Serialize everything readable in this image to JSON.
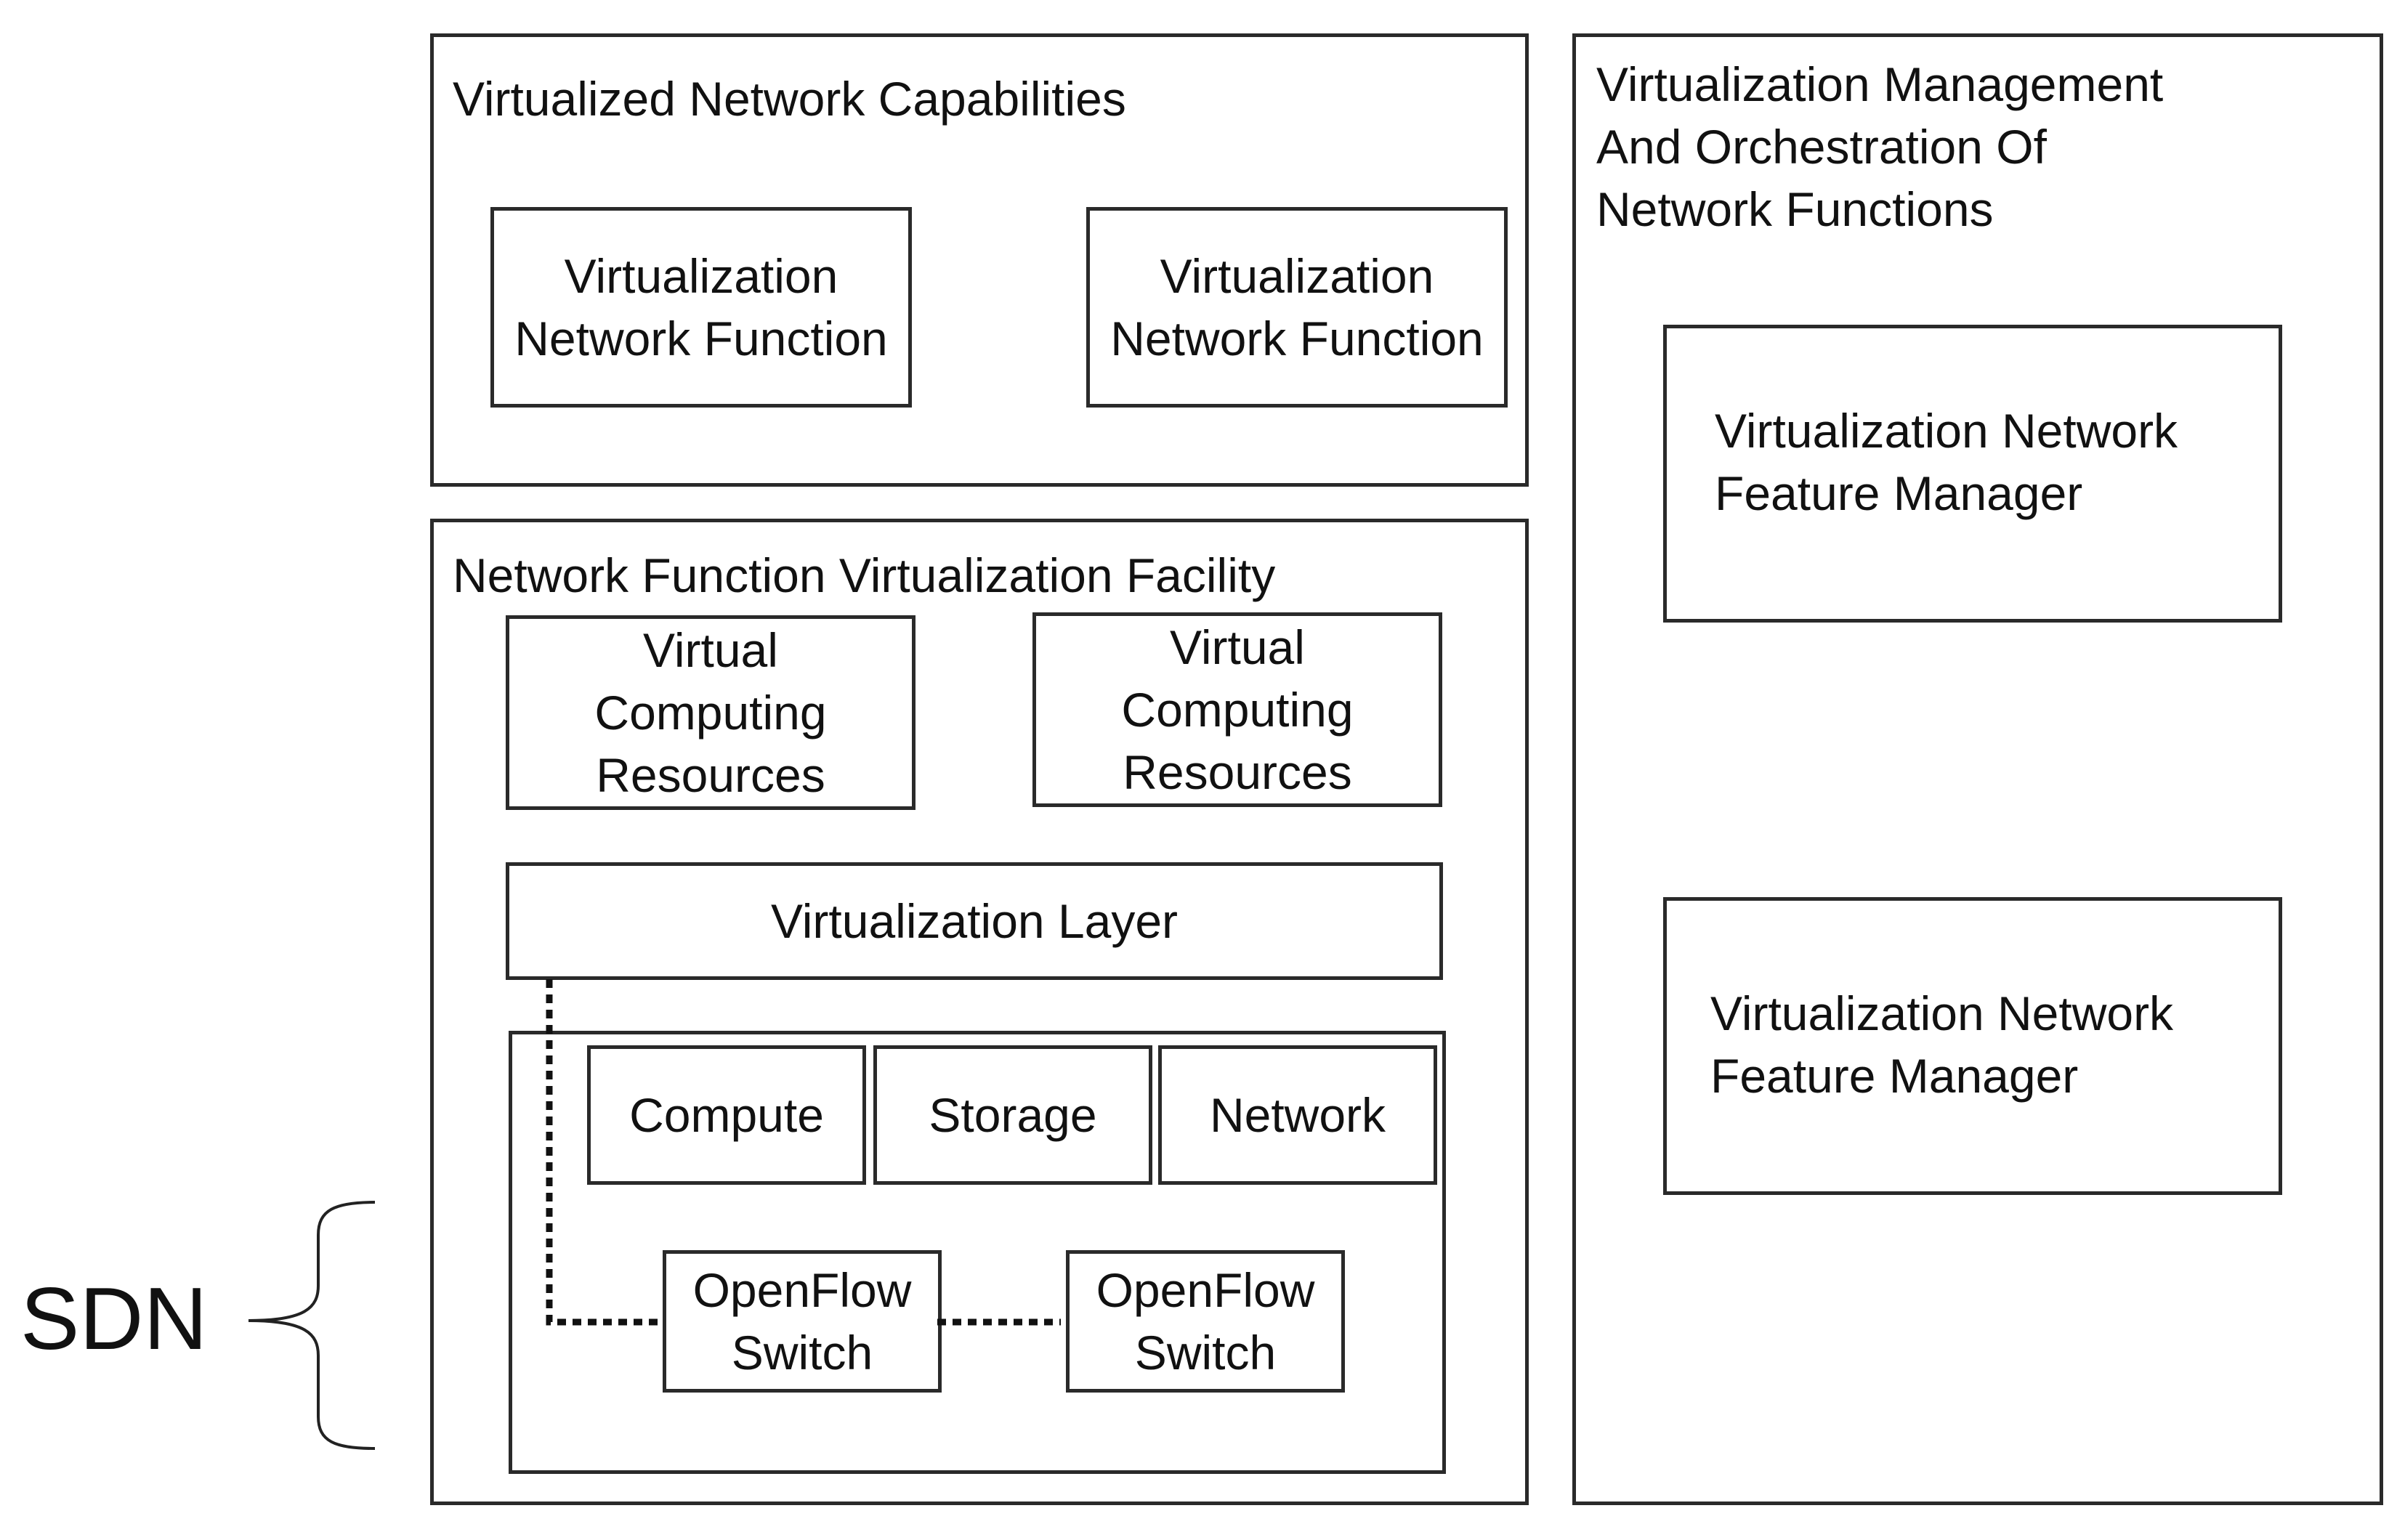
{
  "vnc": {
    "title": "Virtualized Network Capabilities",
    "vnf_left": "Virtualization\nNetwork Function",
    "vnf_right": "Virtualization\nNetwork Function"
  },
  "nfvi": {
    "title": "Network Function Virtualization Facility",
    "vcr_left": "Virtual\nComputing\nResources",
    "vcr_right": "Virtual\nComputing\nResources",
    "layer": "Virtualization Layer",
    "compute": "Compute",
    "storage": "Storage",
    "network": "Network",
    "switch_left": "OpenFlow\nSwitch",
    "switch_right": "OpenFlow\nSwitch"
  },
  "mano": {
    "title": "Virtualization Management\nAnd Orchestration Of\nNetwork Functions",
    "manager_top": "Virtualization Network\nFeature Manager",
    "manager_bottom": "Virtualization Network\nFeature Manager"
  },
  "sdn_label": "SDN"
}
